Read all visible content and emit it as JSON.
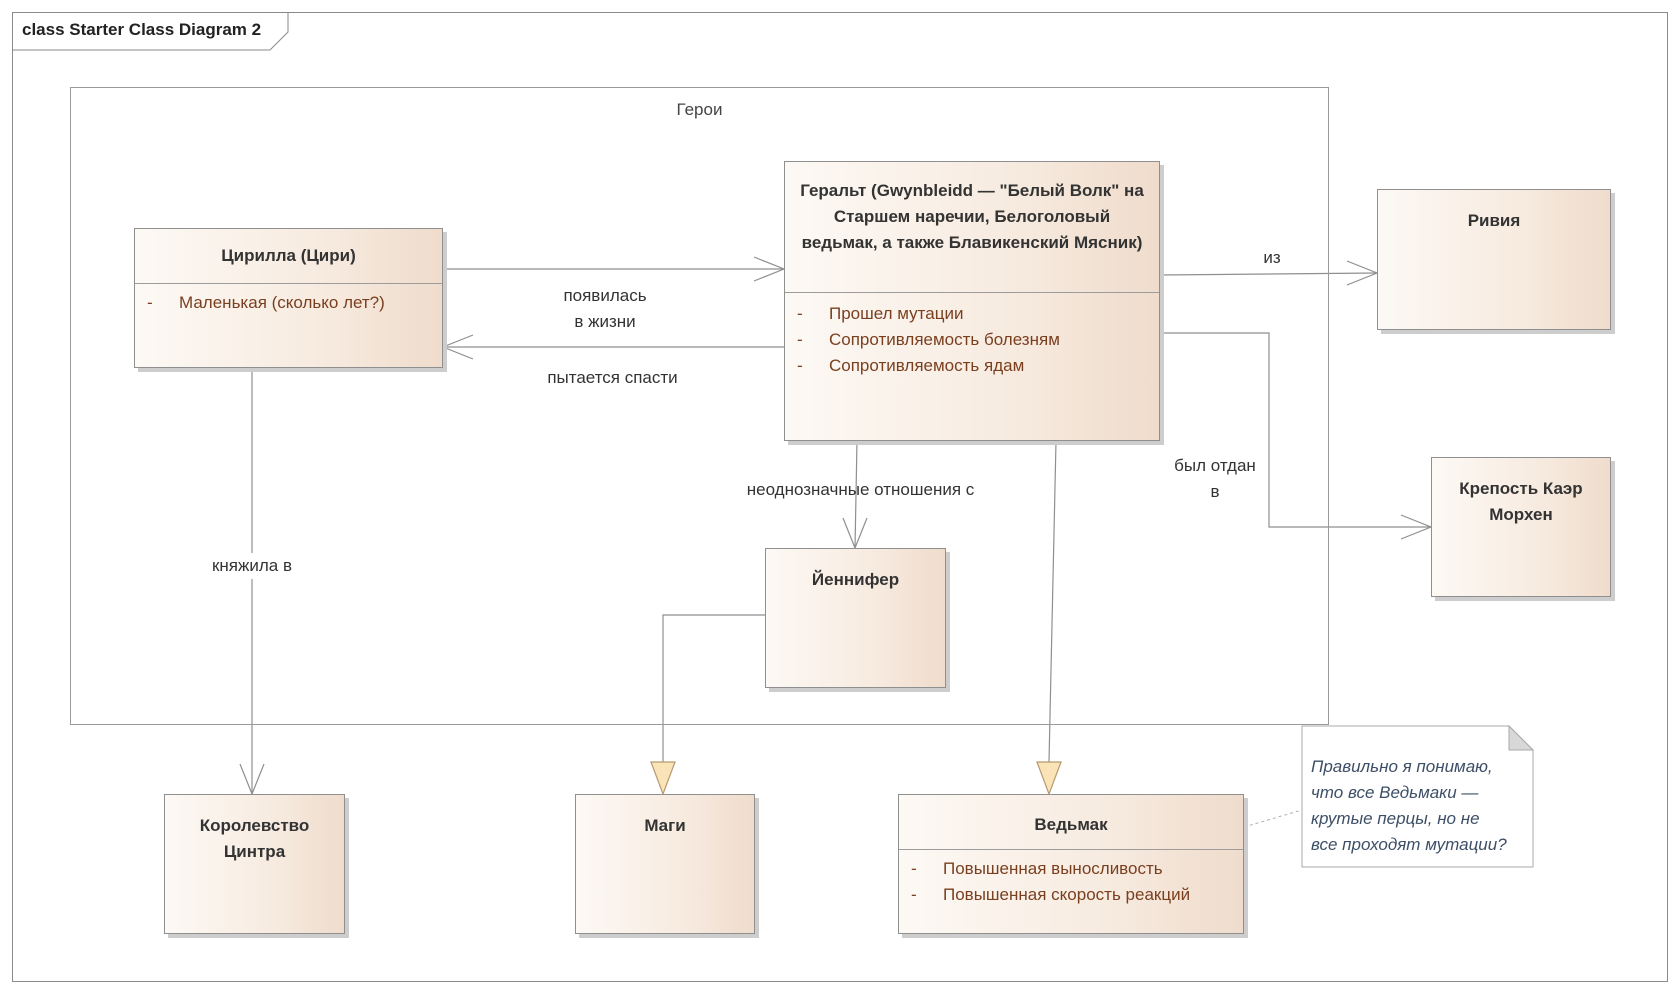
{
  "frame": {
    "title": "class Starter Class Diagram 2"
  },
  "package": {
    "label": "Герои"
  },
  "classes": {
    "ciri": {
      "name": "Цирилла (Цири)",
      "attributes": [
        {
          "visibility": "-",
          "text": "Маленькая (сколько лет?)"
        }
      ]
    },
    "geralt": {
      "name": "Геральт (Gwynbleidd — \"Белый Волк\" на Старшем наречии, Белоголовый ведьмак, а также Блавикенский Мясник)",
      "attributes": [
        {
          "visibility": "-",
          "text": "Прошел мутации"
        },
        {
          "visibility": "-",
          "text": "Сопротивляемость болезням"
        },
        {
          "visibility": "-",
          "text": "Сопротивляемость ядам"
        }
      ]
    },
    "rivia": {
      "name": "Ривия"
    },
    "kaer_morhen": {
      "name": "Крепость Каэр Морхен"
    },
    "yennefer": {
      "name": "Йеннифер"
    },
    "cintra": {
      "name": "Королевство Цинтра"
    },
    "mages": {
      "name": "Маги"
    },
    "witcher": {
      "name": "Ведьмак",
      "attributes": [
        {
          "visibility": "-",
          "text": "Повышенная выносливость"
        },
        {
          "visibility": "-",
          "text": "Повышенная скорость реакций"
        }
      ]
    }
  },
  "relations": {
    "appeared_in_life": "появилась\nв жизни",
    "tries_to_save": "пытается спасти",
    "from": "из",
    "was_given_to": "был отдан\nв",
    "ambiguous_relations": "неоднозначные отношения с",
    "ruled_in": "княжила в"
  },
  "note": {
    "text": "Правильно я понимаю,\nчто все Ведьмаки —\nкрутые перцы, но не\nвсе проходят мутации?"
  },
  "colors": {
    "class_fill_light": "#fdf9f5",
    "class_fill_dark": "#efdccc",
    "attribute_text": "#7a3f1f",
    "note_text": "#3d4f66",
    "generalization_arrow": "#fbe3b8",
    "line": "#8f8f8f"
  }
}
